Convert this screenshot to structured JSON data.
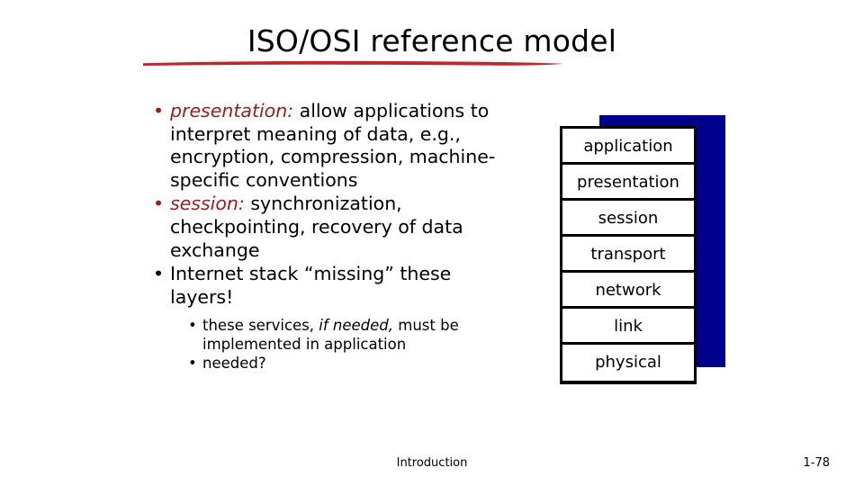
{
  "slide": {
    "title": "ISO/OSI reference model",
    "accent_color": "#c0272d",
    "lead_color": "#9e1b1b",
    "stack_shadow_color": "#00008e",
    "background_color": "#ffffff"
  },
  "bullets": [
    {
      "marker": "•",
      "marker_color": "red",
      "lead": "presentation:",
      "text": " allow applications to interpret meaning of data, e.g., encryption, compression, machine-specific conventions"
    },
    {
      "marker": "•",
      "marker_color": "red",
      "lead": "session:",
      "text": " synchronization, checkpointing, recovery of data exchange"
    },
    {
      "marker": "•",
      "marker_color": "black",
      "lead": "",
      "text": "Internet stack “missing” these layers!"
    }
  ],
  "sub_bullets": [
    {
      "marker": "•",
      "pre": "these services, ",
      "italic": "if needed,",
      "post": " must be implemented in application"
    },
    {
      "marker": "•",
      "pre": "needed?",
      "italic": "",
      "post": ""
    }
  ],
  "osi_layers": [
    "application",
    "presentation",
    "session",
    "transport",
    "network",
    "link",
    "physical"
  ],
  "footer": {
    "center": "Introduction",
    "page": "1-78"
  }
}
